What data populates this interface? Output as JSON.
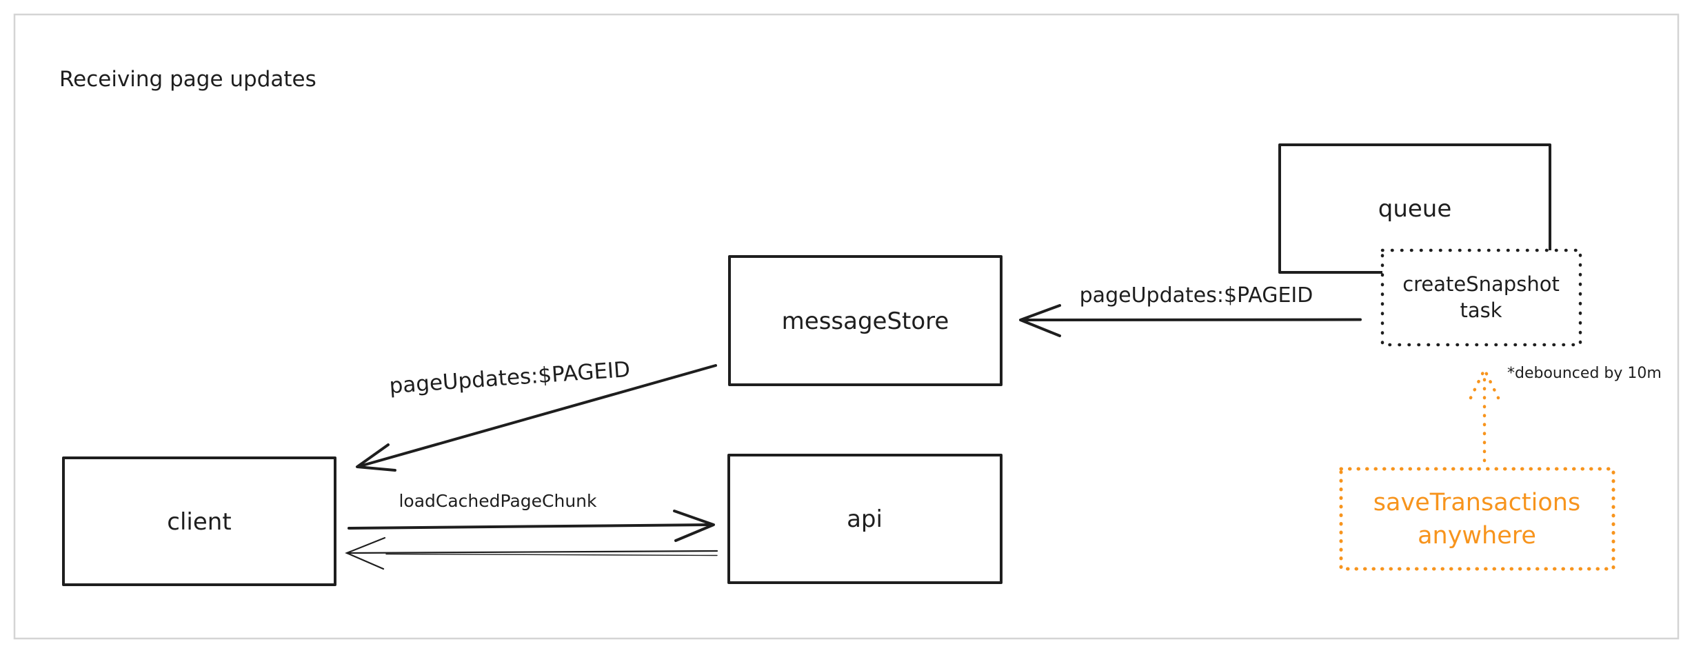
{
  "title": "Receiving page updates",
  "nodes": {
    "queue": {
      "label": "queue"
    },
    "create_snapshot_task": {
      "line1": "createSnapshot",
      "line2": "task"
    },
    "message_store": {
      "label": "messageStore"
    },
    "client": {
      "label": "client"
    },
    "api": {
      "label": "api"
    },
    "save_transactions": {
      "line1": "saveTransactions",
      "line2": "anywhere"
    }
  },
  "edges": {
    "queue_to_message_store": {
      "label": "pageUpdates:$PAGEID"
    },
    "message_store_to_client": {
      "label": "pageUpdates:$PAGEID"
    },
    "client_to_api": {
      "label": "loadCachedPageChunk"
    }
  },
  "annotations": {
    "debounce_note": "*debounced by 10m"
  },
  "colors": {
    "ink": "#1e1e1e",
    "accent_orange": "#f7941d",
    "frame_border": "#d4d4d4",
    "canvas_background": "#ffffff"
  }
}
